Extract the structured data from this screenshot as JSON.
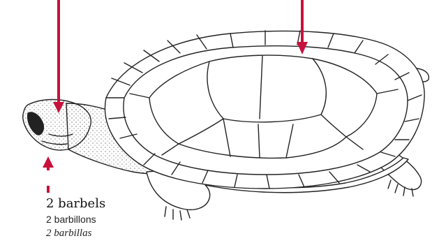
{
  "labels": {
    "english": "2 barbels",
    "french": "2 barbillons",
    "spanish": "2 barbillas"
  },
  "colors": {
    "arrow": "#c8103c",
    "line": "#222222",
    "background": "#ffffff"
  }
}
